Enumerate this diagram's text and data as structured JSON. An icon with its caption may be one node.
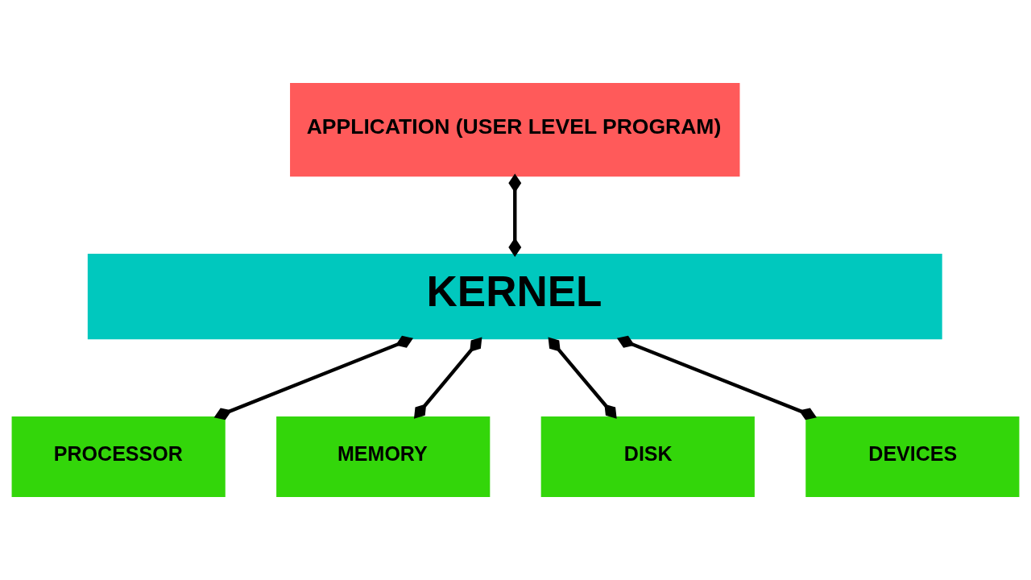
{
  "diagram": {
    "nodes": [
      {
        "text": [
          "APPLICATION (USER LEVEL PROGRAM)"
        ]
      },
      {
        "text": [
          "KERNEL"
        ]
      },
      {
        "text": [
          "PROCESSOR"
        ]
      },
      {
        "text": [
          "MEMORY"
        ]
      },
      {
        "text": [
          "DISK"
        ]
      },
      {
        "text": [
          "DEVICES"
        ]
      }
    ],
    "edges": [
      {
        "from": 0,
        "to": 1,
        "arrow": "other"
      },
      {
        "from": 1,
        "to": 2,
        "arrow": "other"
      },
      {
        "from": 1,
        "to": 3,
        "arrow": "other"
      },
      {
        "from": 1,
        "to": 4,
        "arrow": "other"
      },
      {
        "from": 1,
        "to": 5,
        "arrow": "other"
      }
    ]
  }
}
